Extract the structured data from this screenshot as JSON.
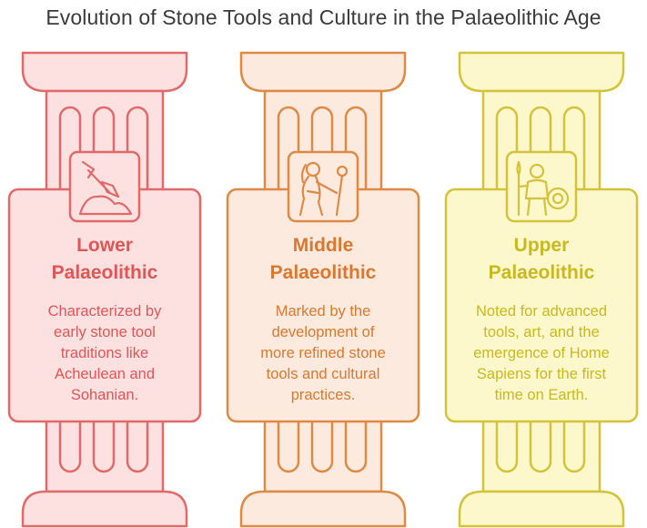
{
  "title": "Evolution of Stone Tools and Culture in the Palaeolithic Age",
  "columns": [
    {
      "heading": [
        "Lower",
        "Palaeolithic"
      ],
      "description": [
        "Characterized by",
        "early stone tool",
        "traditions like",
        "Acheulean and",
        "Sohanian."
      ],
      "icon": "stone-tool-digging-icon",
      "colors": {
        "fill": "#fde1e0",
        "stroke": "#e06a6a",
        "text": "#e05555"
      }
    },
    {
      "heading": [
        "Middle",
        "Palaeolithic"
      ],
      "description": [
        "Marked by the",
        "development of",
        "more refined stone",
        "tools and cultural",
        "practices."
      ],
      "icon": "hominin-with-staff-icon",
      "colors": {
        "fill": "#fdeade",
        "stroke": "#de8a45",
        "text": "#d9782e"
      }
    },
    {
      "heading": [
        "Upper",
        "Palaeolithic"
      ],
      "description": [
        "Noted for advanced",
        "tools, art, and the",
        "emergence of Home",
        "Sapiens for the first",
        "time on Earth."
      ],
      "icon": "warrior-with-spear-shield-icon",
      "colors": {
        "fill": "#fdf7cc",
        "stroke": "#d4c23a",
        "text": "#c9b81f"
      }
    }
  ]
}
